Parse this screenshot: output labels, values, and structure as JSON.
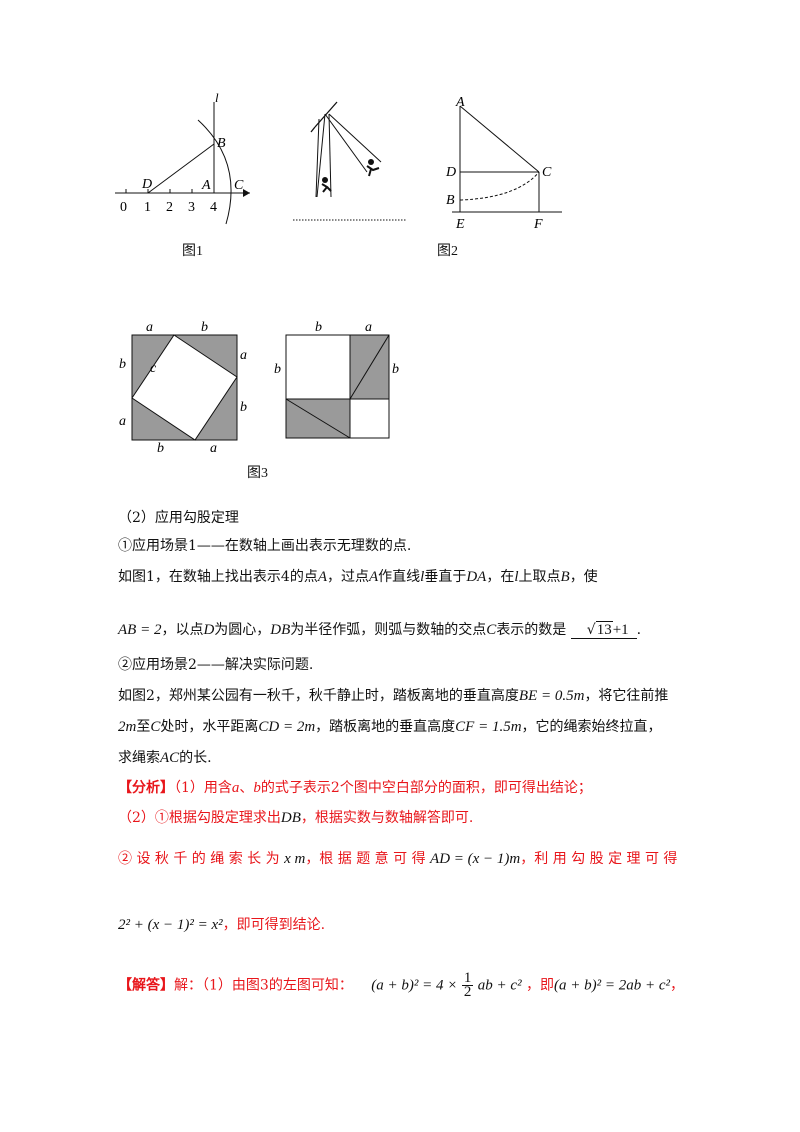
{
  "figures": {
    "fig1": {
      "caption": "图1",
      "labels": {
        "l": "l",
        "B": "B",
        "D": "D",
        "A": "A",
        "C": "C"
      },
      "ticks": [
        "0",
        "1",
        "2",
        "3",
        "4"
      ]
    },
    "fig2": {
      "caption": "图2",
      "labels": {
        "A": "A",
        "D": "D",
        "C": "C",
        "B": "B",
        "E": "E",
        "F": "F"
      }
    },
    "fig3": {
      "caption": "图3",
      "left_labels": {
        "top_a": "a",
        "top_b": "b",
        "left_b": "b",
        "c": "c",
        "right_a": "a",
        "left_a": "a",
        "right_b": "b",
        "bottom_b": "b",
        "bottom_a": "a"
      },
      "right_labels": {
        "top_b": "b",
        "top_a": "a",
        "left_b": "b",
        "right_b": "b"
      }
    }
  },
  "text": {
    "p1": "（2）应用勾股定理",
    "p2": "①应用场景1——在数轴上画出表示无理数的点.",
    "p3_a": "如图1，在数轴上找出表示4的点",
    "p3_b": "，过点",
    "p3_c": "作直线",
    "p3_d": "垂直于",
    "p3_e": "，在",
    "p3_f": "上取点",
    "p3_g": "，使",
    "p4_a": "，以点",
    "p4_b": "为圆心，",
    "p4_c": "为半径作弧，则弧与数轴的交点",
    "p4_d": "表示的数是",
    "p4_answer": "13",
    "p4_answer_tail": "+1",
    "p5": "②应用场景2——解决实际问题.",
    "p6_a": "如图2，郑州某公园有一秋千，秋千静止时，踏板离地的垂直高度",
    "p6_b": "，将它往前推",
    "p7_a": "至",
    "p7_b": "处时，水平距离",
    "p7_c": "，踏板离地的垂直高度",
    "p7_d": "，它的绳索始终拉直，",
    "p8_a": "求绳索",
    "p8_b": "的长.",
    "analysis_tag": "【分析】",
    "analysis_1a": "（1）用含",
    "analysis_1b": "、",
    "analysis_1c": "的式子表示2个图中空白部分的面积，即可得出结论；",
    "analysis_2a": "（2）①根据勾股定理求出",
    "analysis_2b": "，根据实数与数轴解答即可.",
    "analysis_3a": "② 设 秋 千 的 绳 索 长 为",
    "analysis_3b": "，根 据 题 意 可 得",
    "analysis_3c": "，利 用 勾 股 定 理 可 得",
    "analysis_4": "，即可得到结论.",
    "answer_tag": "【解答】",
    "answer_a": "解：（1）由图3的左图可知：",
    "answer_b": "，即",
    "answer_c": "，"
  },
  "math": {
    "A": "A",
    "l": "l",
    "DA": "DA",
    "B": "B",
    "D": "D",
    "DB": "DB",
    "C": "C",
    "AB2": "AB = 2",
    "BE": "BE = 0.5m",
    "twom": "2m",
    "CD": "CD = 2m",
    "CF": "CF = 1.5m",
    "AC": "AC",
    "a": "a",
    "b": "b",
    "xm": "x m",
    "AD": "AD = (x − 1)m",
    "pyth": "2² + (x − 1)² = x²",
    "eq1_left": "(a + b)² = 4 ×",
    "frac_n": "1",
    "frac_d": "2",
    "eq1_right": "ab + c²",
    "eq2": "(a + b)² = 2ab + c²"
  }
}
